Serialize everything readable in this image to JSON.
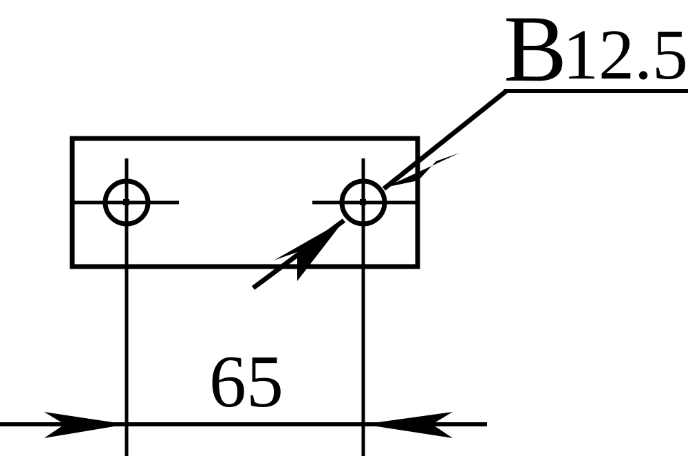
{
  "drawing": {
    "line_color": "#000000",
    "background_color": "#ffffff"
  },
  "dimensions": {
    "spacing_label": "65",
    "hole_label_prefix": "B",
    "hole_label_value": "12.5"
  }
}
